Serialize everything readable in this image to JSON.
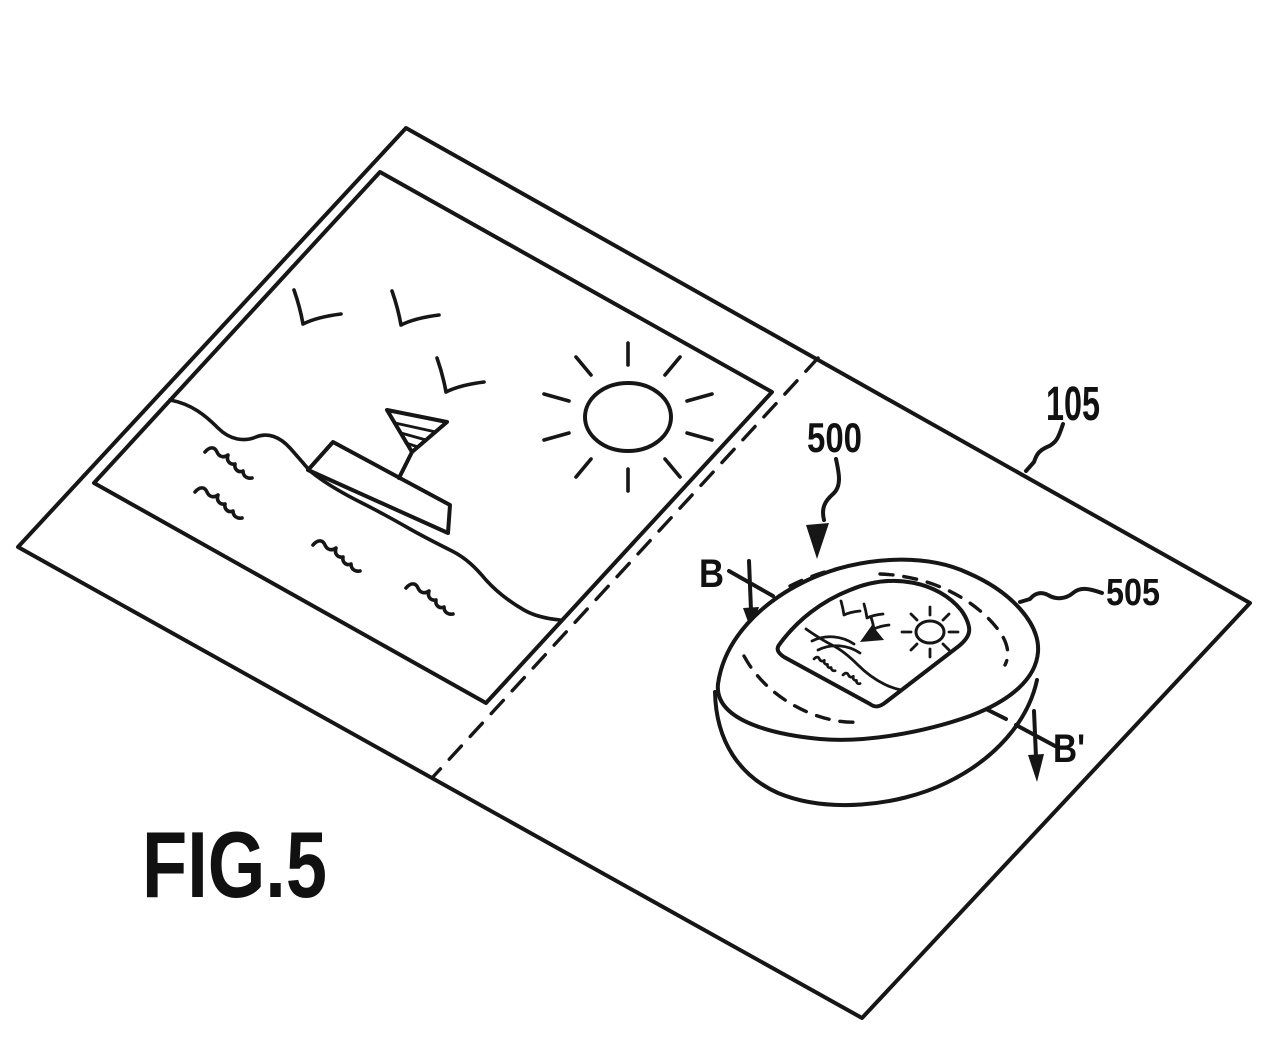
{
  "figure": {
    "caption": "FIG.5"
  },
  "labels": {
    "sheet_ref": "105",
    "device_ref": "500",
    "housing_ref": "505",
    "section_start": "B",
    "section_end": "B'"
  },
  "colors": {
    "ink": "#161616",
    "background": "#ffffff"
  }
}
